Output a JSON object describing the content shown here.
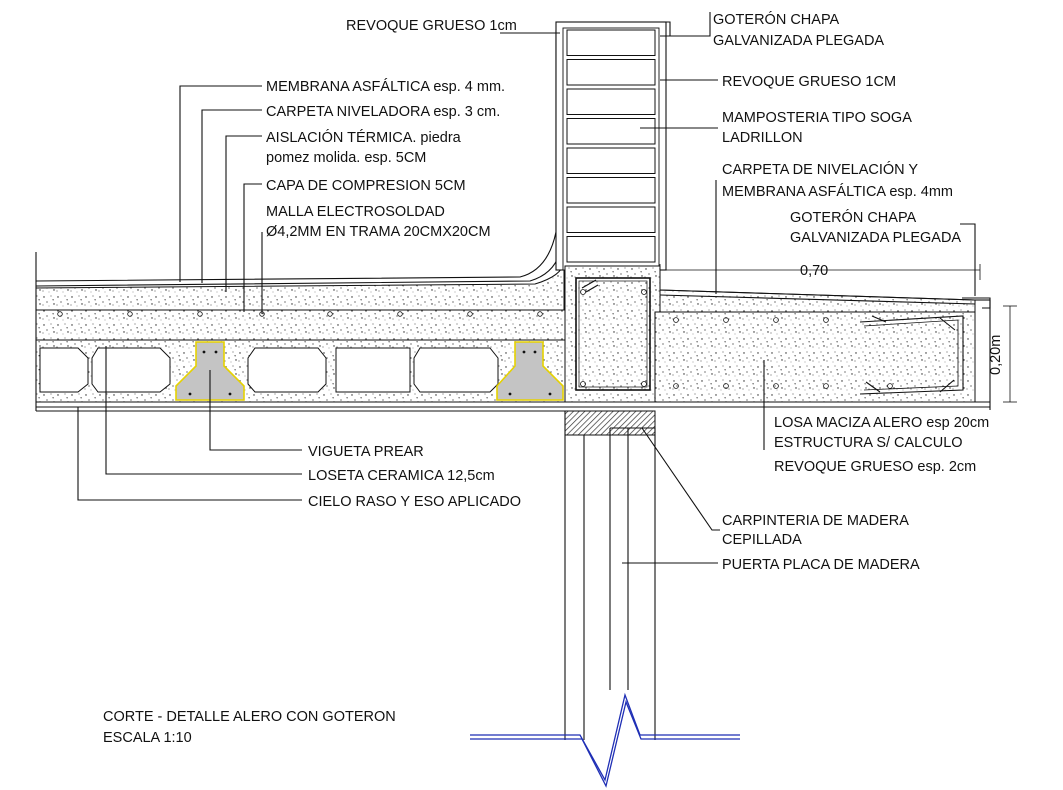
{
  "labels": {
    "revoque_top": "REVOQUE GRUESO 1cm",
    "goteron_top_1": "GOTERÓN CHAPA",
    "goteron_top_2": "GALVANIZADA PLEGADA",
    "revoque_1cm": "REVOQUE GRUESO 1CM",
    "mamposteria_1": "MAMPOSTERIA TIPO SOGA",
    "mamposteria_2": "LADRILLON",
    "carpeta_nivel_1": "CARPETA DE NIVELACIÓN Y",
    "carpeta_nivel_2": "MEMBRANA ASFÁLTICA esp. 4mm",
    "goteron_right_1": "GOTERÓN CHAPA",
    "goteron_right_2": "GALVANIZADA PLEGADA",
    "membrana": "MEMBRANA ASFÁLTICA esp. 4 mm.",
    "carpeta_niveladora": "CARPETA NIVELADORA esp. 3 cm.",
    "aislacion_1": "AISLACIÓN TÉRMICA. piedra",
    "aislacion_2": "pomez molida. esp. 5CM",
    "capa_compresion": "CAPA DE COMPRESION 5CM",
    "malla_1": "MALLA ELECTROSOLDAD",
    "malla_2": "Ø4,2MM EN TRAMA 20CMX20CM",
    "losa_1": "LOSA MACIZA ALERO esp 20cm",
    "losa_2": "ESTRUCTURA S/ CALCULO",
    "revoque_2cm": "REVOQUE GRUESO esp. 2cm",
    "vigueta": "VIGUETA PREAR",
    "loseta": "LOSETA CERAMICA 12,5cm",
    "cielo_raso": "CIELO RASO Y ESO APLICADO",
    "carpinteria_1": "CARPINTERIA DE MADERA",
    "carpinteria_2": "CEPILLADA",
    "puerta": "PUERTA PLACA DE MADERA",
    "dim_width": "0,70",
    "dim_height": "0,20m",
    "title_1": "CORTE - DETALLE ALERO CON GOTERON",
    "title_2": "ESCALA 1:10"
  },
  "colors": {
    "line": "#111111",
    "vigueta_fill": "#c4c4c4",
    "vigueta_outline": "#e6d200",
    "break_line": "#1f2fb5",
    "hatch": "#333333"
  }
}
